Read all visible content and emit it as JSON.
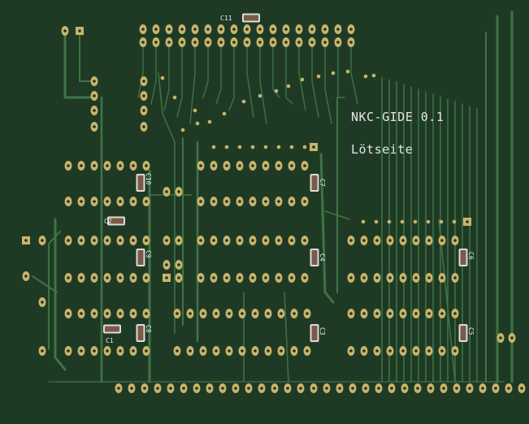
{
  "board": {
    "title": "NKC-GIDE 0.1",
    "subtitle": "Lötseite",
    "colors": {
      "background": "#1f3a24",
      "trace": "#3f7446",
      "pad": "#c7b56c",
      "pad_hole": "#26301f",
      "capacitor_body": "#7a5b47",
      "silkscreen": "#e6e6e6"
    },
    "capacitors": [
      "C1",
      "C2",
      "C3",
      "C4",
      "C5",
      "C6",
      "C7",
      "C8",
      "C9",
      "C10",
      "C11"
    ]
  }
}
